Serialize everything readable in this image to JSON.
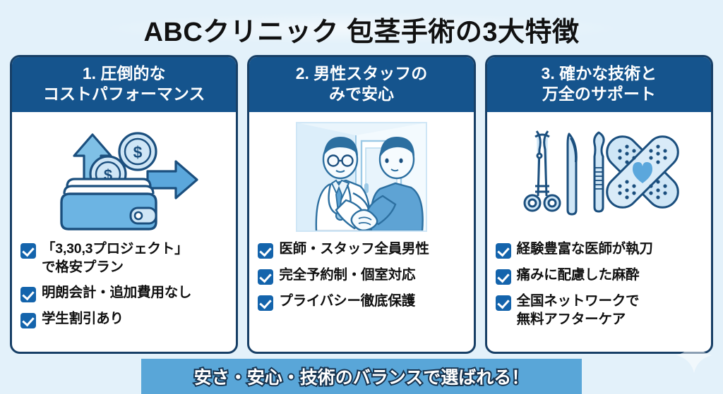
{
  "title": "ABCクリニック 包茎手術の3大特徴",
  "colors": {
    "background": "#e3f1fa",
    "card_header": "#15548d",
    "card_border": "#173f66",
    "checkbox": "#1464ac",
    "banner": "#59a6d8",
    "banner_text_outline": "#17334f",
    "title_text": "#111111",
    "icon_blue_dark": "#1b4f7e",
    "icon_blue_mid": "#5ba7dc",
    "icon_blue_light": "#cfe6f6"
  },
  "cards": [
    {
      "header_lines": [
        "1. 圧倒的な",
        "コストパフォーマンス"
      ],
      "icon": "wallet-coins-arrows-icon",
      "items": [
        {
          "lines": [
            "「3,30,3プロジェクト」",
            "で格安プラン"
          ]
        },
        {
          "lines": [
            "明朗会計・追加費用なし"
          ]
        },
        {
          "lines": [
            "学生割引あり"
          ]
        }
      ]
    },
    {
      "header_lines": [
        "2. 男性スタッフの",
        "みで安心"
      ],
      "icon": "doctor-patient-handshake-icon",
      "items": [
        {
          "lines": [
            "医師・スタッフ全員男性"
          ]
        },
        {
          "lines": [
            "完全予約制・個室対応"
          ]
        },
        {
          "lines": [
            "プライバシー徹底保護"
          ]
        }
      ]
    },
    {
      "header_lines": [
        "3. 確かな技術と",
        "万全のサポート"
      ],
      "icon": "surgical-tools-bandage-icon",
      "items": [
        {
          "lines": [
            "経験豊富な医師が執刀"
          ]
        },
        {
          "lines": [
            "痛みに配慮した麻酔"
          ]
        },
        {
          "lines": [
            "全国ネットワークで",
            "無料アフターケア"
          ]
        }
      ]
    }
  ],
  "banner": {
    "text": "安さ・安心・技術のバランスで選ばれる！"
  }
}
